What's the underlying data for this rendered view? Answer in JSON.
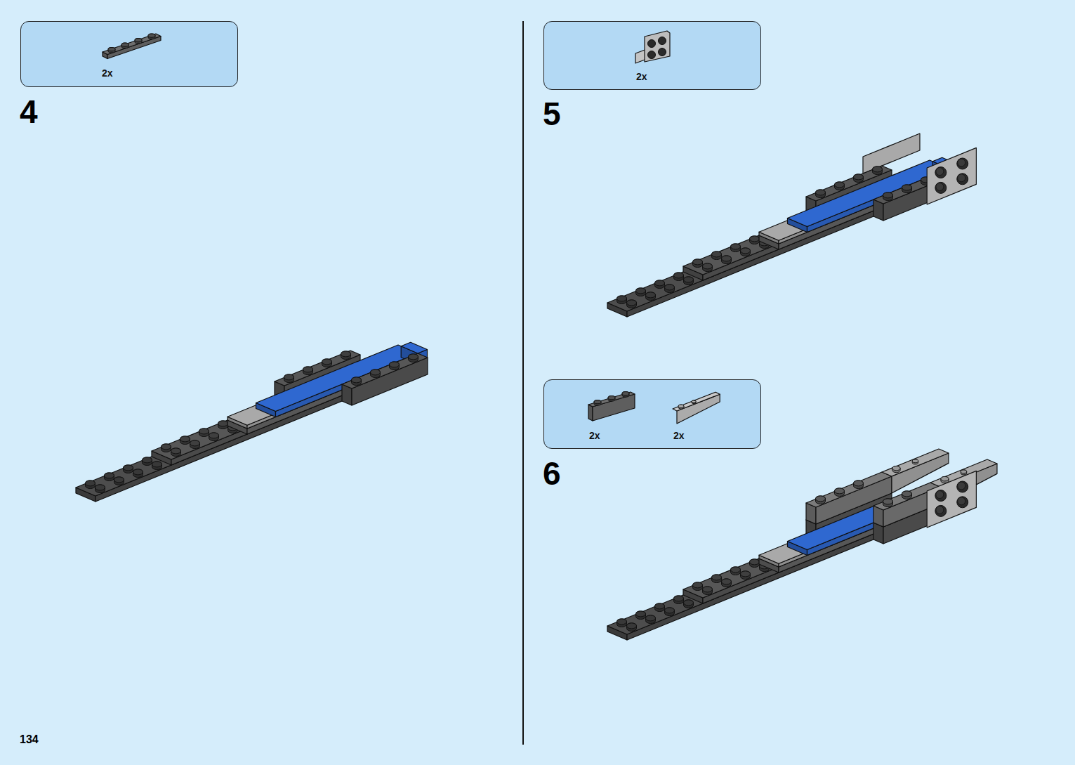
{
  "diagram": {
    "nodes": [
      {
        "text": [
          "2x"
        ]
      },
      {
        "text": [
          "2x"
        ]
      },
      {
        "text": [
          "2x",
          "2x"
        ]
      }
    ],
    "labels": [
      "4",
      "5",
      "6",
      "134"
    ]
  }
}
